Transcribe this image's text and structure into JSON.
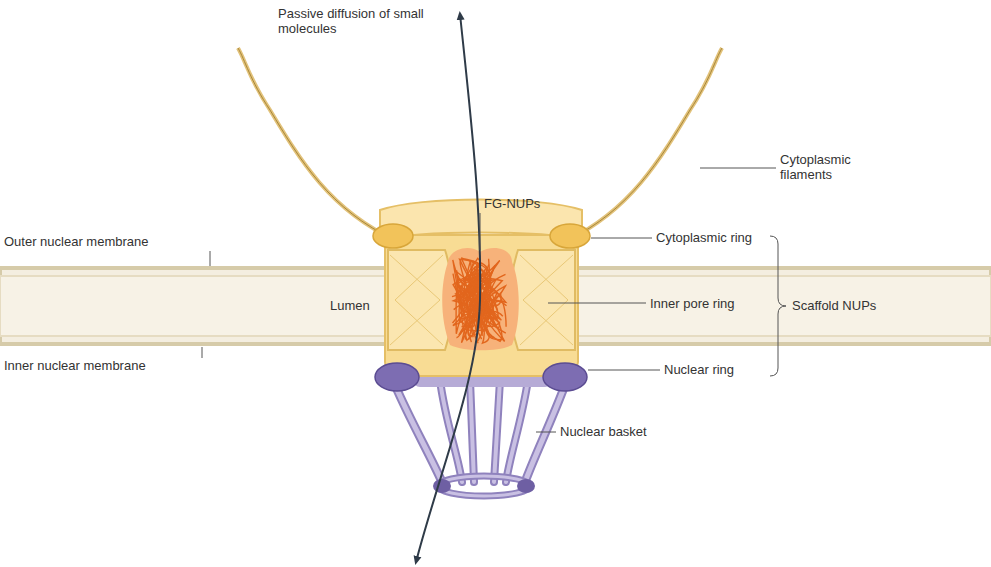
{
  "diagram": {
    "labels": [
      "Passive diffusion of small molecules",
      "Cytoplasmic filaments",
      "FG-NUPs",
      "Outer nuclear membrane",
      "Lumen",
      "Cytoplasmic ring",
      "Inner pore ring",
      "Scaffold NUPs",
      "Inner nuclear membrane",
      "Nuclear ring",
      "Nuclear basket"
    ]
  }
}
